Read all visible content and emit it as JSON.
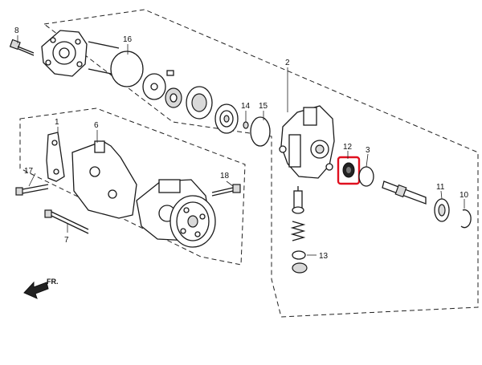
{
  "highlight_color": "#e0101f",
  "front_arrow_label": "FR.",
  "callouts": [
    {
      "id": "c1",
      "label": "1"
    },
    {
      "id": "c2",
      "label": "2"
    },
    {
      "id": "c3",
      "label": "3"
    },
    {
      "id": "c6",
      "label": "6"
    },
    {
      "id": "c7",
      "label": "7"
    },
    {
      "id": "c8",
      "label": "8"
    },
    {
      "id": "c10",
      "label": "10"
    },
    {
      "id": "c11",
      "label": "11"
    },
    {
      "id": "c12",
      "label": "12"
    },
    {
      "id": "c13",
      "label": "13"
    },
    {
      "id": "c14",
      "label": "14"
    },
    {
      "id": "c15",
      "label": "15"
    },
    {
      "id": "c16",
      "label": "16"
    },
    {
      "id": "c17",
      "label": "17"
    },
    {
      "id": "c18",
      "label": "18"
    }
  ],
  "highlighted_part": "12"
}
